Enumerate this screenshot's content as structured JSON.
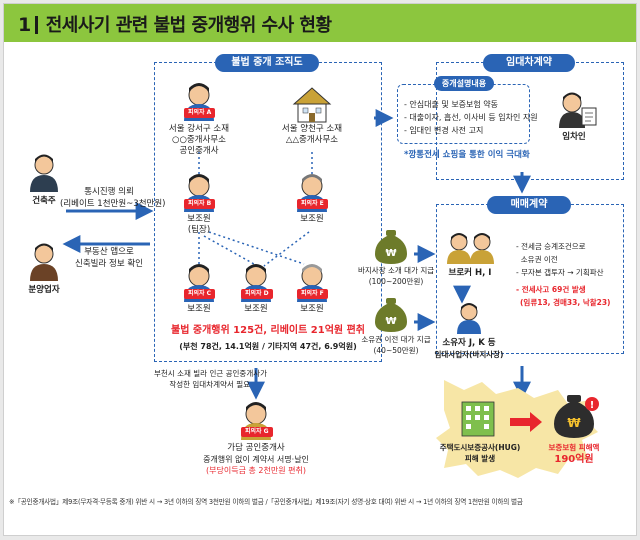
{
  "header": {
    "num": "1",
    "title": "전세사기 관련 불법 중개행위 수사 현황"
  },
  "org": {
    "pill": "불법 중개 조직도",
    "suspect_a_tag": "피의자 A",
    "suspect_a_line1": "서울 강서구 소재",
    "suspect_a_line2": "○○중개사무소",
    "suspect_a_line3": "공인중개사",
    "office_line1": "서울 양천구 소재",
    "office_line2": "△△중개사무소",
    "suspect_b_tag": "피의자 B",
    "suspect_b_line1": "보조원",
    "suspect_b_line2": "(팀장)",
    "suspect_e_tag": "피의자 E",
    "suspect_e_line1": "보조원",
    "suspect_c_tag": "피의자 C",
    "suspect_c_line1": "보조원",
    "suspect_d_tag": "피의자 D",
    "suspect_d_line1": "보조원",
    "suspect_f_tag": "피의자 F",
    "suspect_f_line1": "보조원",
    "summary": "불법 중개행위 125건, 리베이트 21억원 편취",
    "summary_sub": "(부천 78건, 14.1억원 / 기타지역 47건, 6.9억원)"
  },
  "left": {
    "builder": "건축주",
    "seller": "분양업자",
    "arrow1_line1": "통시진행 의뢰",
    "arrow1_line2": "(리베이트 1천만원~3천만원)",
    "arrow2_line1": "부동산 앱으로",
    "arrow2_line2": "신축빌라 정보 확인"
  },
  "lease": {
    "pill": "임대차계약",
    "inner_pill": "중개설명내용",
    "items": [
      "- 안심대출 및 보증보험 약동",
      "- 대출이자, 흡선, 이사비 등 입차인 지원",
      "- 임대인 변경 사전 고지"
    ],
    "tenant": "임차인",
    "slogan": "*깡통전세 쇼핑을 통한 이익 극대화"
  },
  "sale": {
    "pill": "매매계약",
    "fee1_line1": "바지사장 소개 대가 지급",
    "fee1_line2": "(100~200만원)",
    "fee2_line1": "소유권 이전 대가 지급",
    "fee2_line2": "(40~50만원)",
    "broker": "브로커 H, I",
    "owner_line1": "소유자 J, K 등",
    "owner_line2": "임대사업자(바지사장)",
    "notes": [
      "- 전세금 승계조건으로",
      "  소유권 이전",
      "- 무자본 갭투자 → 기획파산"
    ],
    "note_red": "- 전세사고 69건 발생",
    "note_red2": "(임류13, 경매33, 낙찰23)"
  },
  "bottom": {
    "g_text1": "부천시 소재 빌라 인근 공인중개사가",
    "g_text2": "작성한 임대차계약서 필요",
    "g_tag": "피의자 G",
    "g_line1": "가담 공인중개사",
    "g_line2": "중개행위 없이 계약서 서명·날인",
    "g_line3": "(부당이득금 총 2천만원 편취)",
    "hug_line1": "주택도시보증공사(HUG)",
    "hug_line2": "피해 발생",
    "dmg_line1": "보증보험 피해액",
    "dmg_line2": "190억원"
  },
  "footnote": "※「공인중개사법」제9조(무자격·무등록 중개) 위반 시 → 3년 이하의 징역 3천만원 이하의 벌금 /「공인중개사법」제19조(자기 성명·상호 대여) 위반 시 → 1년 이하의 징역 1천만원 이하의 벌금",
  "colors": {
    "header": "#8cc63e",
    "accent": "#2a64b5",
    "alert": "#e8262d",
    "coin": "#6d7b2a"
  }
}
